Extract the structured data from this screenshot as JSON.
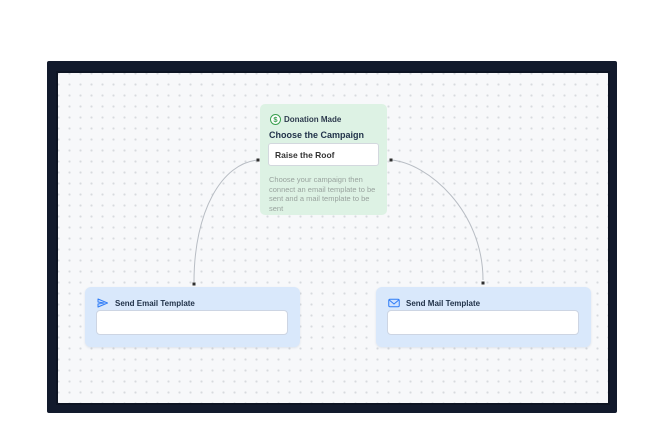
{
  "window": {
    "frame_color": "#121a2c",
    "canvas_bg": "#f7f8fa",
    "grid_dot_color": "#d7dade"
  },
  "nodes": {
    "donation": {
      "icon": "dollar-circle-icon",
      "icon_glyph": "$",
      "title": "Donation Made",
      "field_label": "Choose the Campaign",
      "field_value": "Raise the Roof",
      "helper_text": "Choose your campaign then connect an email template to be sent and a mail template to be sent",
      "bg_color": "#ddf2e4",
      "accent_color": "#3aa04f"
    },
    "email": {
      "icon": "send-icon",
      "title": "Send Email Template",
      "field_value": "",
      "bg_color": "#d9e8fb",
      "accent_color": "#2e7cf6"
    },
    "mail": {
      "icon": "envelope-icon",
      "title": "Send Mail Template",
      "field_value": "",
      "bg_color": "#d9e8fb",
      "accent_color": "#2e7cf6"
    }
  },
  "connectors": {
    "line_color": "#b8bdc4",
    "endpoint_color": "#2f2f2f",
    "count": 2
  }
}
